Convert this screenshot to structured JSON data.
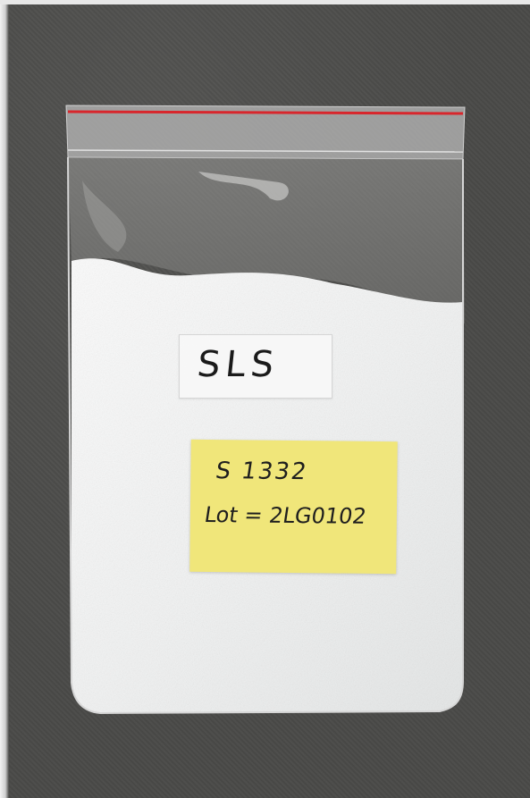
{
  "photo": {
    "subject": "sealed plastic zip bag containing white powder",
    "background_color": "#4b4b49",
    "zip_seal_color": "#d8262c",
    "note_color": "#f0e67a"
  },
  "bag_label": {
    "text": "SLS"
  },
  "sticky_note": {
    "line1": "S 1332",
    "line2": "Lot = 2LG0102"
  }
}
